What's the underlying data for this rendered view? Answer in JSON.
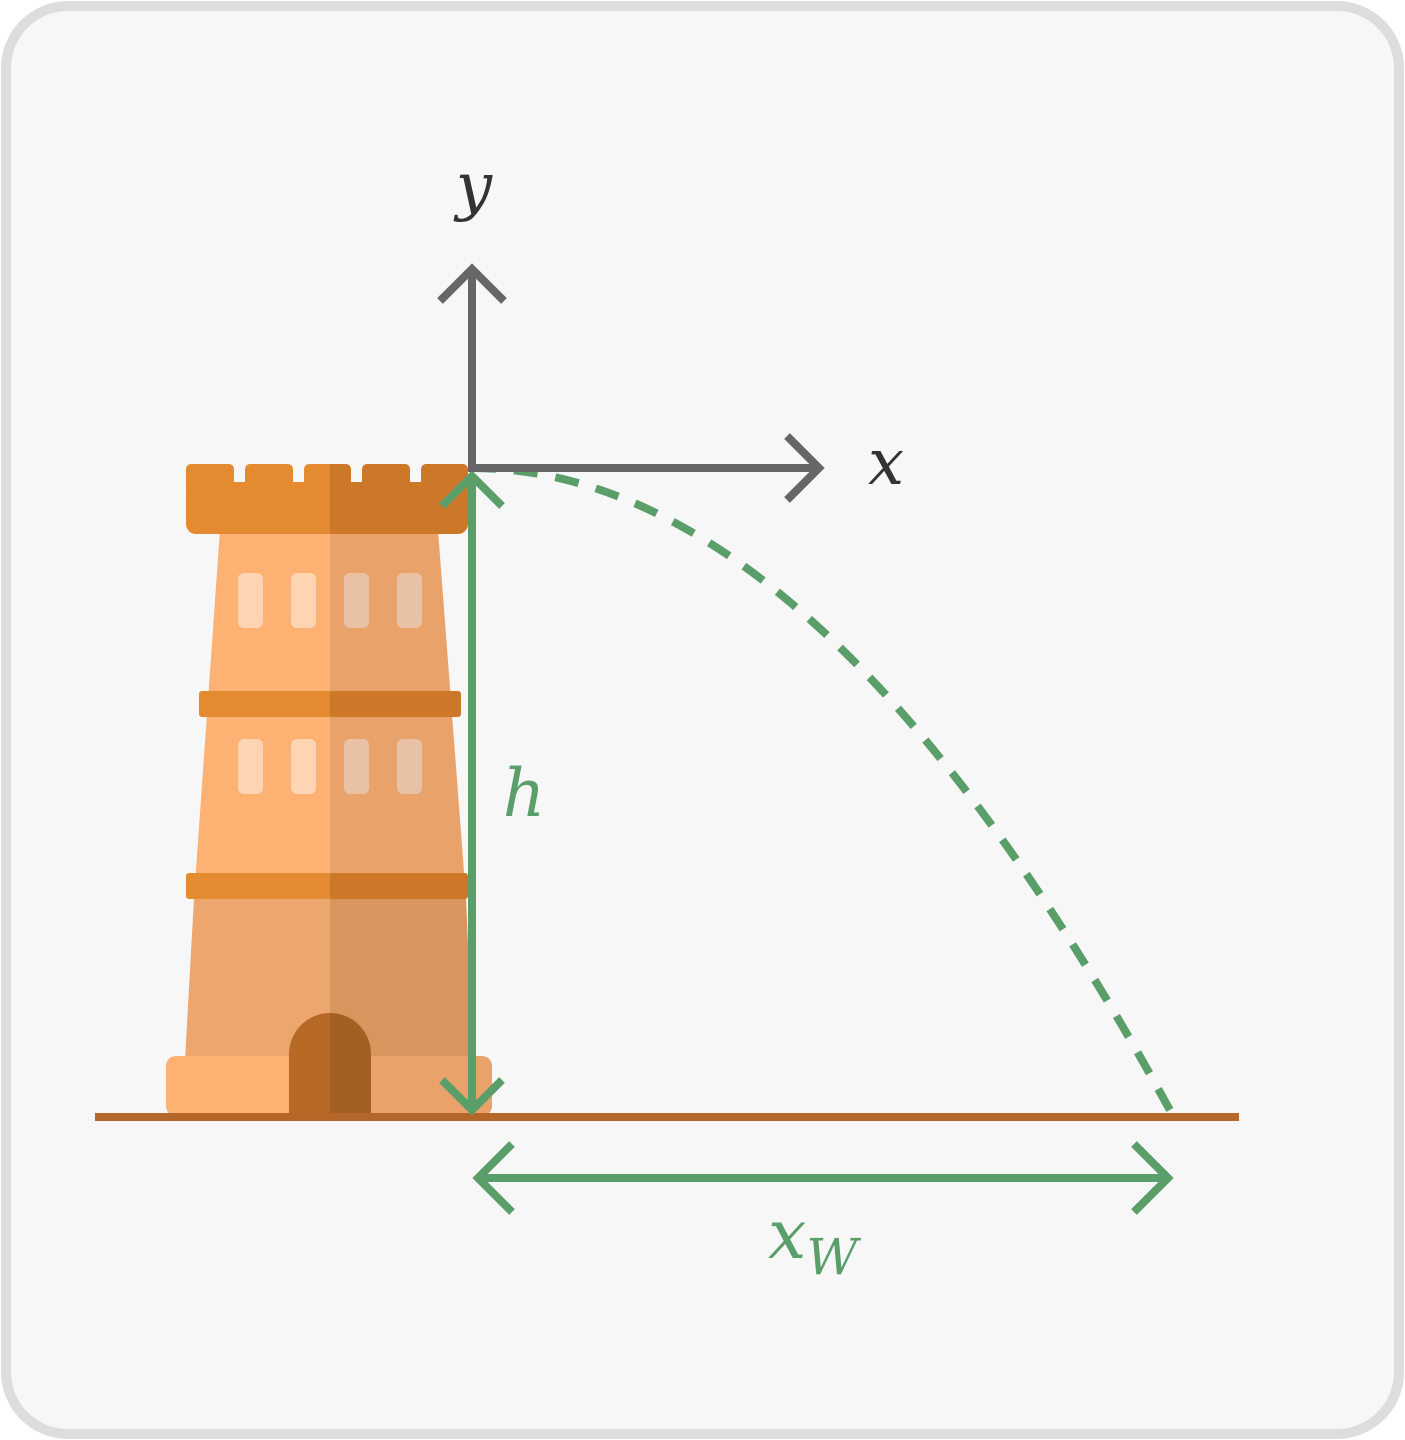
{
  "diagram": {
    "axis_x_label": "x",
    "axis_y_label": "y",
    "height_label": "h",
    "distance_label_main": "x",
    "distance_label_sub": "W"
  },
  "colors": {
    "frame_border": "#dddddd",
    "frame_fill": "#f7f7f7",
    "axis": "#666666",
    "green": "#5a9e6a",
    "ground": "#b5672a",
    "tower_light": "#fdb172",
    "tower_shadow": "#e8a26a",
    "tower_base_light": "#eea66f",
    "tower_base_shadow": "#d8955e",
    "band_light": "#e48a30",
    "band_shadow": "#cc7828",
    "door_light": "#b76a25",
    "door_shadow": "#a45f22",
    "window_light": "#ffd4b2",
    "window_shadow": "#e9c2a6"
  }
}
